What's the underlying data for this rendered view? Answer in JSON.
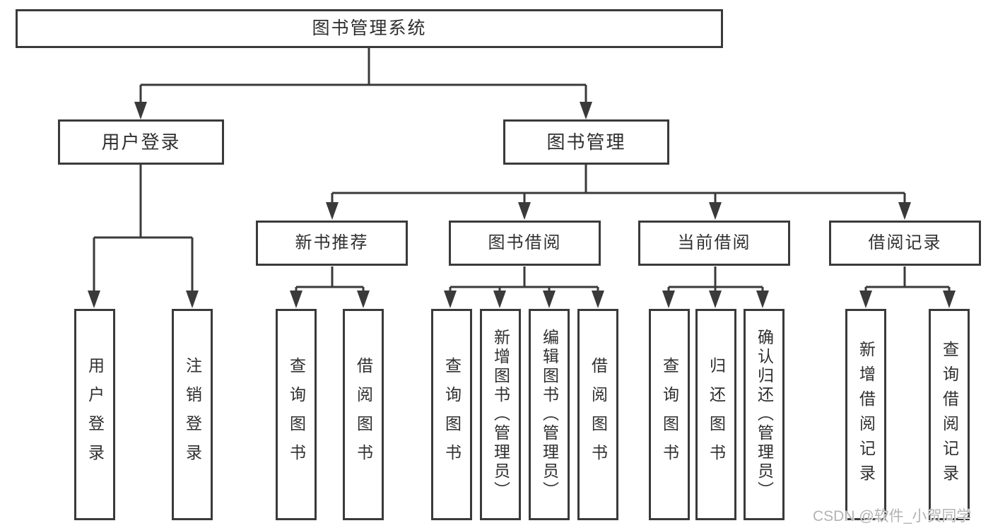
{
  "diagram": {
    "root": "图书管理系统",
    "level2": {
      "user_login": "用户登录",
      "book_mgmt": "图书管理"
    },
    "level3": {
      "new_books": "新书推荐",
      "book_borrow": "图书借阅",
      "current_borrow": "当前借阅",
      "borrow_records": "借阅记录"
    },
    "level4": {
      "user_login": "用户登录",
      "logout": "注销登录",
      "query_books_1": "查询图书",
      "borrow_books_1": "借阅图书",
      "query_books_2": "查询图书",
      "add_books": "新增图书（管理员）",
      "edit_books": "编辑图书（管理员）",
      "borrow_books_2": "借阅图书",
      "query_books_3": "查询图书",
      "return_books": "归还图书",
      "confirm_return": "确认归还（管理员）",
      "add_borrow_record": "新增借阅记录",
      "query_borrow_record": "查询借阅记录"
    },
    "watermark": "CSDN @软件_小贺同学",
    "colors": {
      "line": "#3a3a3a",
      "text": "#2f2f2f",
      "watermark": "#b3b3b3",
      "background": "#ffffff"
    }
  }
}
